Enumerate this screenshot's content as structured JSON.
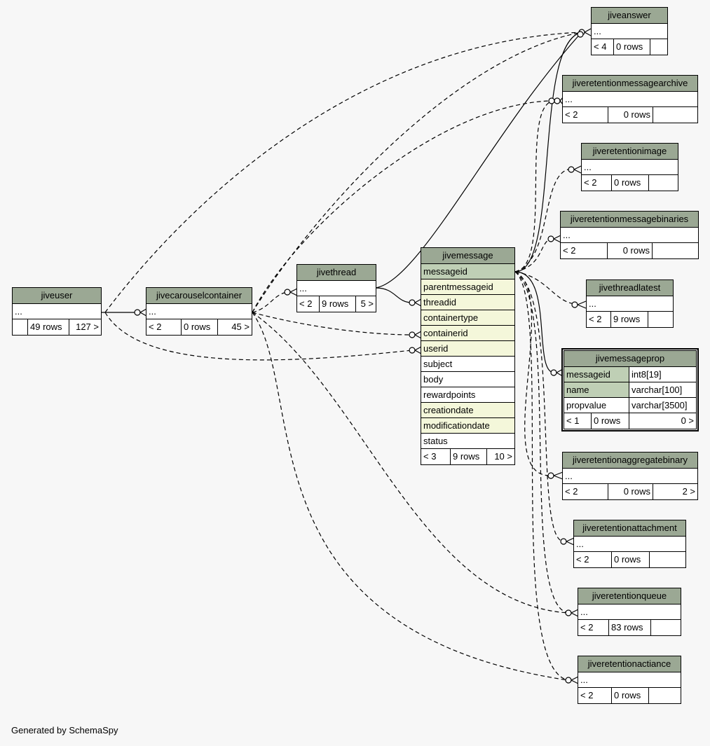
{
  "footer": "Generated by SchemaSpy",
  "colors": {
    "header": "#9ba894",
    "primary_key": "#bfcfb5",
    "foreign_key": "#f4f7da",
    "background": "#f7f7f7"
  },
  "tables": {
    "jiveuser": {
      "name": "jiveuser",
      "columns": [
        "..."
      ],
      "meta": [
        "",
        "49 rows",
        "127 >"
      ]
    },
    "jivecarouselcontainer": {
      "name": "jivecarouselcontainer",
      "columns": [
        "..."
      ],
      "meta": [
        "< 2",
        "0 rows",
        "45 >"
      ]
    },
    "jivethread": {
      "name": "jivethread",
      "columns": [
        "..."
      ],
      "meta": [
        "< 2",
        "9 rows",
        "5 >"
      ]
    },
    "jivemessage": {
      "name": "jivemessage",
      "columns": [
        "messageid",
        "parentmessageid",
        "threadid",
        "containertype",
        "containerid",
        "userid",
        "subject",
        "body",
        "rewardpoints",
        "creationdate",
        "modificationdate",
        "status"
      ],
      "meta": [
        "< 3",
        "9 rows",
        "10 >"
      ]
    },
    "jiveanswer": {
      "name": "jiveanswer",
      "columns": [
        "..."
      ],
      "meta": [
        "< 4",
        "0 rows",
        ""
      ]
    },
    "jiveretentionmessagearchive": {
      "name": "jiveretentionmessagearchive",
      "columns": [
        "..."
      ],
      "meta": [
        "< 2",
        "0 rows",
        ""
      ]
    },
    "jiveretentionimage": {
      "name": "jiveretentionimage",
      "columns": [
        "..."
      ],
      "meta": [
        "< 2",
        "0 rows",
        ""
      ]
    },
    "jiveretentionmessagebinaries": {
      "name": "jiveretentionmessagebinaries",
      "columns": [
        "..."
      ],
      "meta": [
        "< 2",
        "0 rows",
        ""
      ]
    },
    "jivethreadlatest": {
      "name": "jivethreadlatest",
      "columns": [
        "..."
      ],
      "meta": [
        "< 2",
        "9 rows",
        ""
      ]
    },
    "jivemessageprop": {
      "name": "jivemessageprop",
      "columns": [
        {
          "name": "messageid",
          "type": "int8[19]"
        },
        {
          "name": "name",
          "type": "varchar[100]"
        },
        {
          "name": "propvalue",
          "type": "varchar[3500]"
        }
      ],
      "meta": [
        "< 1",
        "0 rows",
        "0 >"
      ]
    },
    "jiveretentionaggregatebinary": {
      "name": "jiveretentionaggregatebinary",
      "columns": [
        "..."
      ],
      "meta": [
        "< 2",
        "0 rows",
        "2 >"
      ]
    },
    "jiveretentionattachment": {
      "name": "jiveretentionattachment",
      "columns": [
        "..."
      ],
      "meta": [
        "< 2",
        "0 rows",
        ""
      ]
    },
    "jiveretentionqueue": {
      "name": "jiveretentionqueue",
      "columns": [
        "..."
      ],
      "meta": [
        "< 2",
        "83 rows",
        ""
      ]
    },
    "jiveretentionactiance": {
      "name": "jiveretentionactiance",
      "columns": [
        "..."
      ],
      "meta": [
        "< 2",
        "0 rows",
        ""
      ]
    }
  }
}
